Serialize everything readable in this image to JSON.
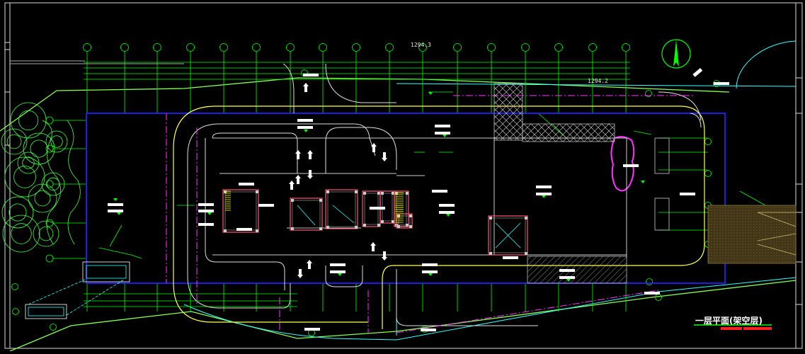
{
  "drawing": {
    "title": "一层平面(架空层)",
    "dimension_top": "1294.3",
    "dimension_right": "1294.2",
    "background": "#000000"
  },
  "colors": {
    "grid_axis": "#00ff00",
    "building_outline": "#1f1fff",
    "road": "#ffff66",
    "road_inner": "#e0e0e0",
    "magenta": "#ff33ff",
    "cyan": "#33ffff",
    "red": "#ff2020",
    "white": "#ffffff",
    "brown": "#6b5a2a",
    "yellow": "#ffff00"
  }
}
